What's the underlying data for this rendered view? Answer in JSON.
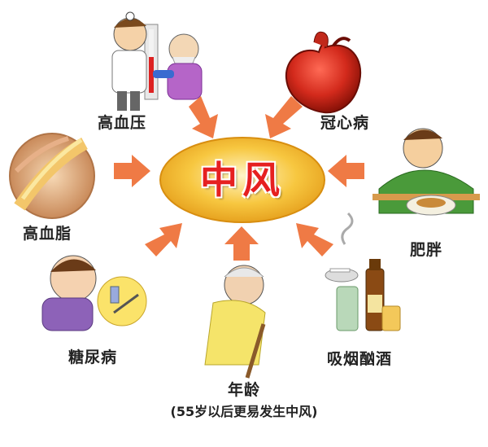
{
  "center": {
    "label": "中风"
  },
  "factors": [
    {
      "id": "hypertension",
      "label": "高血压"
    },
    {
      "id": "coronary",
      "label": "冠心病"
    },
    {
      "id": "hyperlipidemia",
      "label": "高血脂"
    },
    {
      "id": "obesity",
      "label": "肥胖"
    },
    {
      "id": "diabetes",
      "label": "糖尿病"
    },
    {
      "id": "age",
      "label": "年龄",
      "note": "(55岁以后更易发生中风)"
    },
    {
      "id": "smoking-drinking",
      "label": "吸烟酗酒"
    }
  ],
  "colors": {
    "center_fill": "#f7c740",
    "center_text": "#e62020",
    "arrow": "#ef7a45"
  }
}
